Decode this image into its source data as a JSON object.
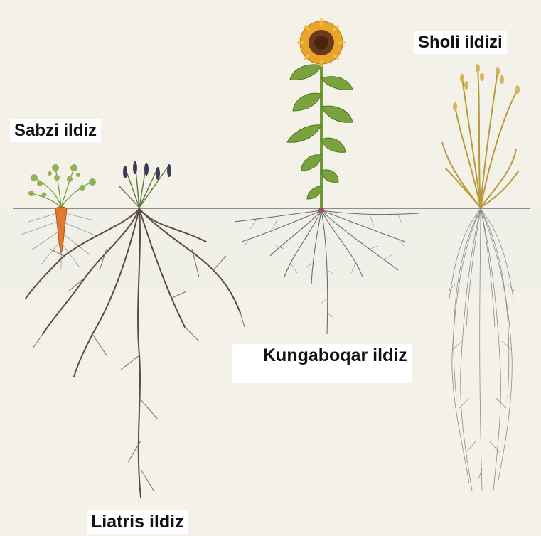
{
  "labels": {
    "carrot": "Sabzi ildiz",
    "rice": "Sholi ildizi",
    "sunflower": "Kungaboqar ildiz",
    "liatris": "Liatris ildiz"
  },
  "colors": {
    "paper": "#f3f1e7",
    "soil_line": "#6b6b6b",
    "root": "#5a4a42",
    "fine_root": "#8a8a8a",
    "carrot": "#e07a2e",
    "leaf": "#6f9a3a",
    "sunflower_petal": "#e8a52a",
    "sunflower_disc": "#6b3a1c",
    "rice_leaf": "#c9a64a"
  }
}
